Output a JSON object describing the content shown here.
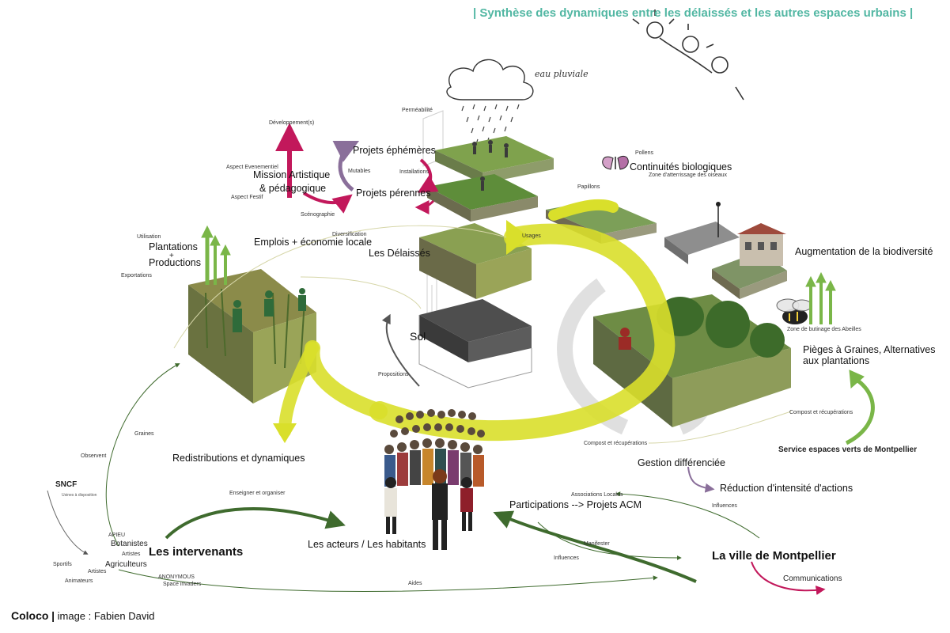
{
  "title": "| Synthèse des dynamiques entre les délaissés et les autres espaces urbains |",
  "credit": {
    "brand": "Coloco",
    "separator": "|",
    "author": "image : Fabien David"
  },
  "labels": {
    "eau_pluviale": "eau pluviale",
    "permeabilite": "Perméabilité",
    "developpement": "Développement(s)",
    "aspect_evenementiel": "Aspect Evenementiel",
    "aspect_festif": "Aspect Festif",
    "mission": "Mission Artistique",
    "pedagogique": "& pédagogique",
    "scenographie": "Scénographie",
    "projets_ephemeres": "Projets éphémères",
    "mutables": "Mutables",
    "installations": "Installations",
    "projets_perennes": "Projets pérennes",
    "pollens": "Pollens",
    "continuites": "Continuités biologiques",
    "zone_atterissage": "Zone d'atterrissage des oiseaux",
    "papillons": "Papillons",
    "diversification": "Diversification",
    "usages": "Usages",
    "emplois": "Emplois + économie locale",
    "utilisation": "Utilisation",
    "plantations": "Plantations",
    "plus": "+",
    "productions": "Productions",
    "exportations": "Exportations",
    "les_delaisses": "Les Délaissés",
    "augmentation": "Augmentation de la biodiversité",
    "sol": "Sol",
    "butinage": "Zone de butinage des Abeilles",
    "pieges": "Pièges à Graines, Alternatives",
    "pieges2": "aux plantations",
    "propositions": "Propositions",
    "compost1": "Compost et récupérations",
    "compost2": "Compost et récupérations",
    "graines": "Graines",
    "service": "Service espaces verts de Montpellier",
    "observent": "Observent",
    "redistributions": "Redistributions et dynamiques",
    "gestion": "Gestion différenciée",
    "reduction": "Réduction d'intensité d'actions",
    "sncf": "SNCF",
    "usines": "Usines à disposition",
    "enseigner": "Enseigner et organiser",
    "associations": "Associations Locales",
    "participations": "Participations --> Projets ACM",
    "influences1": "Influences",
    "apieu": "APIEU",
    "botanistes": "Botanistes",
    "artistes1": "Artistes",
    "intervenants": "Les intervenants",
    "acteurs": "Les acteurs / Les habitants",
    "manifester": "Manifester",
    "ville": "La ville de Montpellier",
    "sportifs": "Sportifs",
    "agriculteurs": "Agriculteurs",
    "artistes2": "Artistes",
    "animateurs": "Animateurs",
    "anonymous": "ANONYMOUS",
    "space_invaders": "Space invaders",
    "influences2": "Influences",
    "aides": "Aides",
    "communications": "Communications"
  },
  "colors": {
    "title": "#52b7a3",
    "yellow_cycle": "#d9df2b",
    "magenta": "#c2185b",
    "green": "#7ab648",
    "dark_green": "#3f6b2e",
    "violet": "#8a6f9a",
    "grey_cycle": "#d0d0d0"
  },
  "icons": [
    "sun-icon",
    "cloud-rain-icon",
    "butterfly-icon",
    "bee-icon",
    "crowd-illustration",
    "ecosystem-block-illustration"
  ]
}
